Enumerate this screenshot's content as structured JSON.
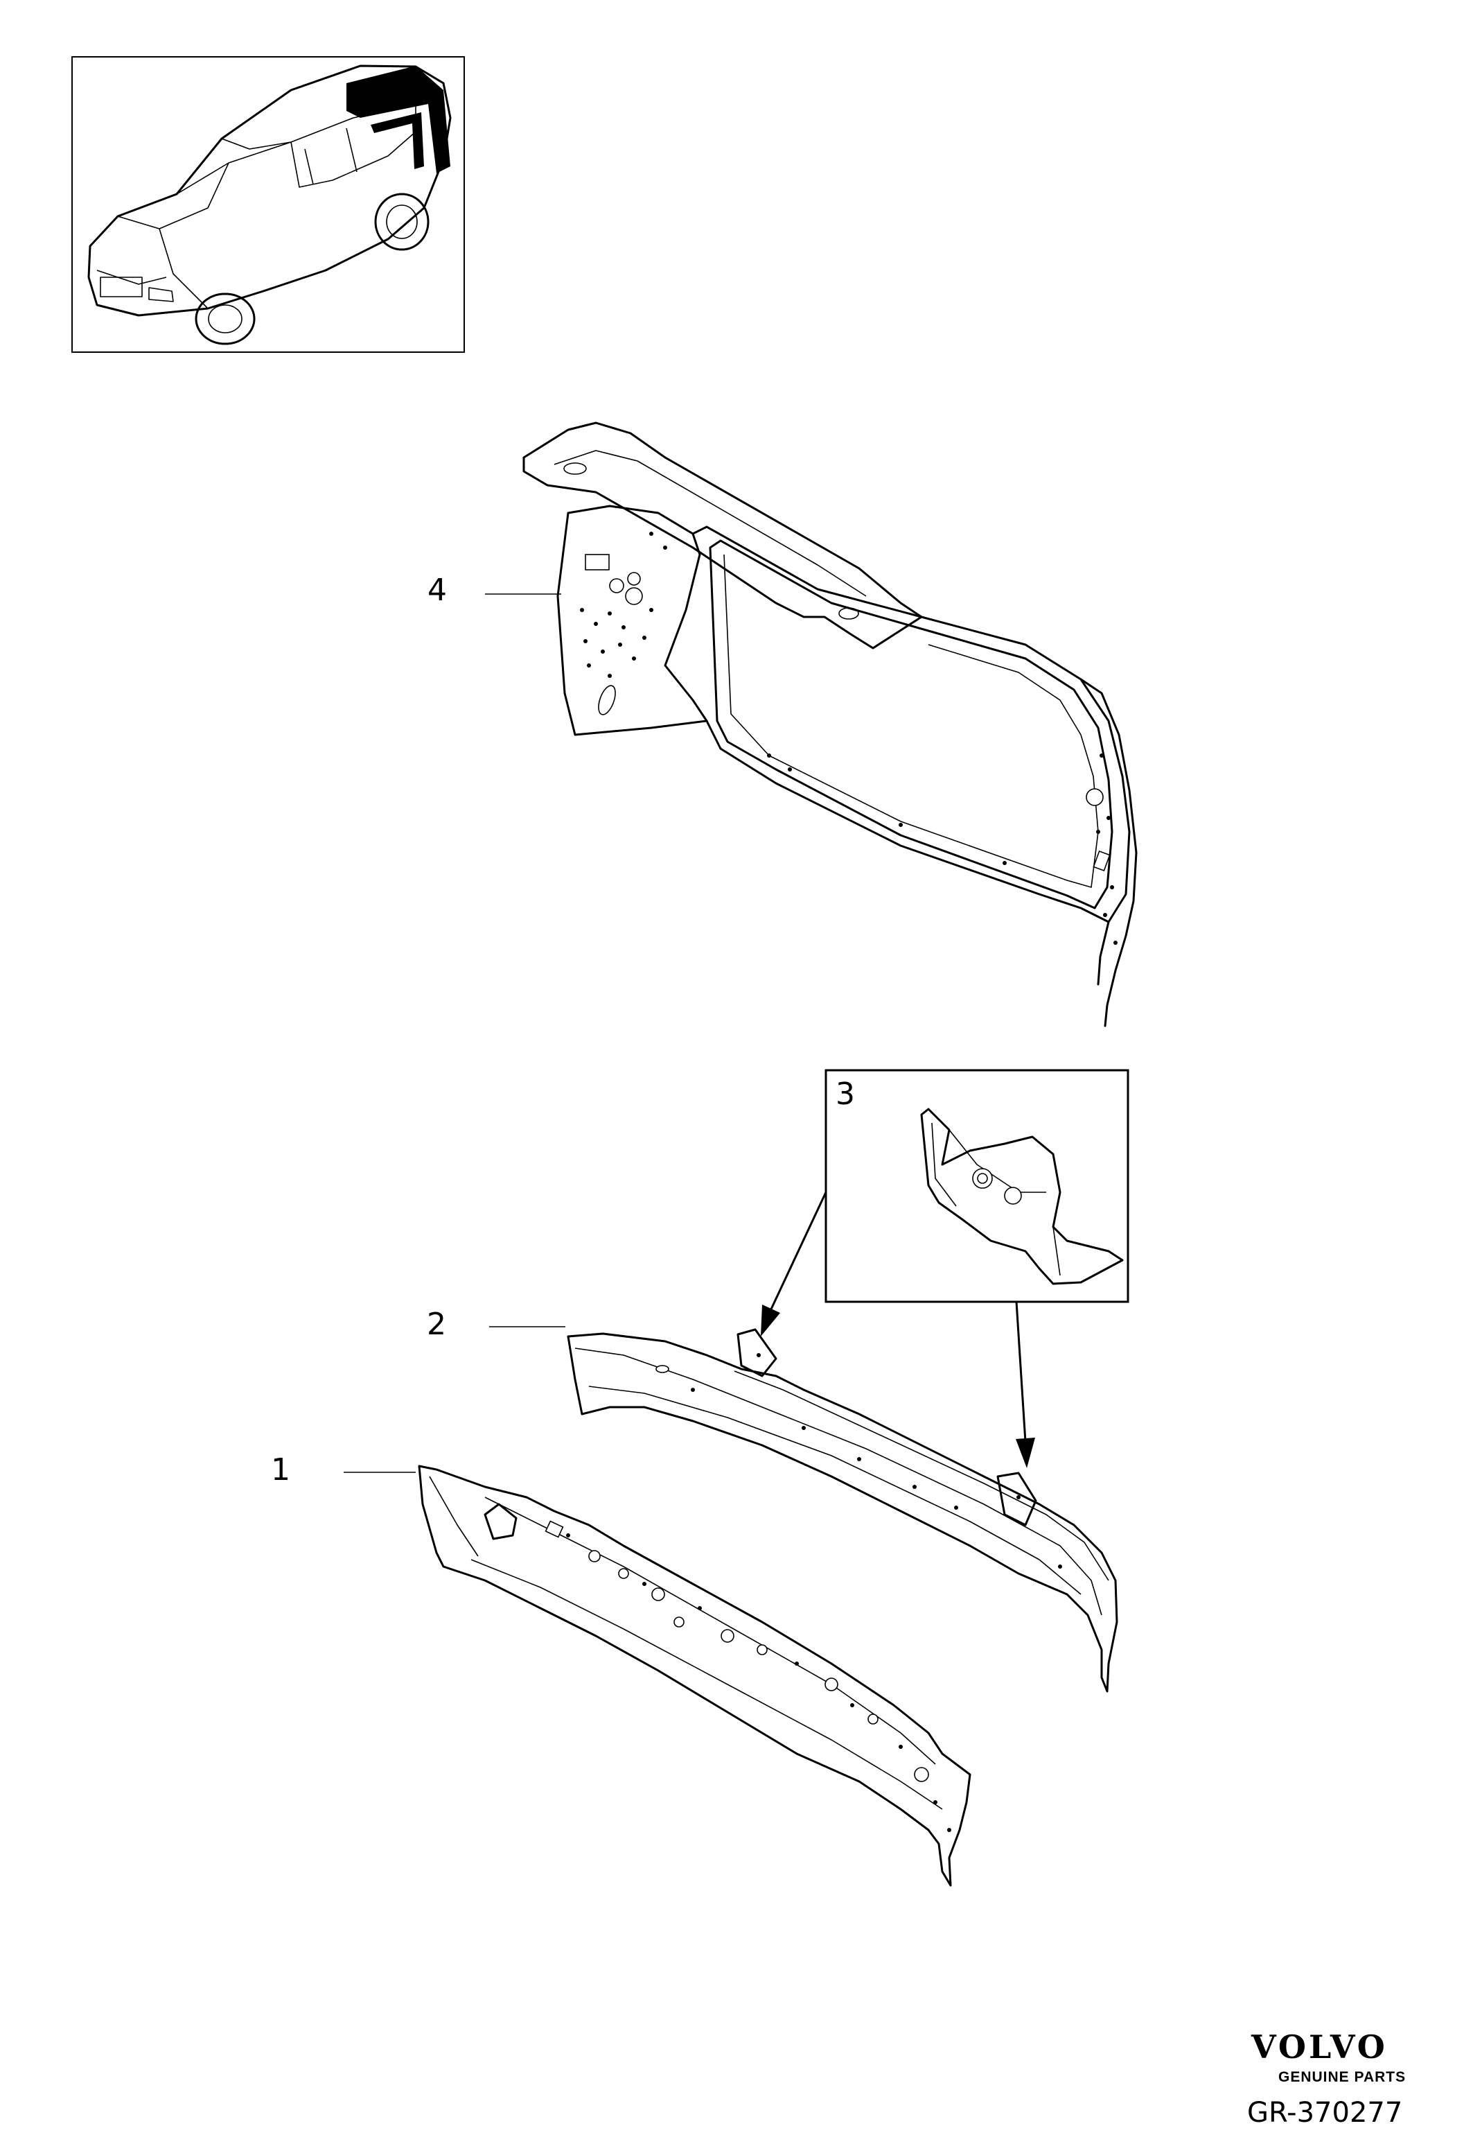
{
  "callouts": [
    "1",
    "2",
    "3",
    "4"
  ],
  "branding": {
    "logo_text": "VOLVO",
    "logo_subtext": "GENUINE PARTS",
    "drawing_number": "GR-370277"
  }
}
